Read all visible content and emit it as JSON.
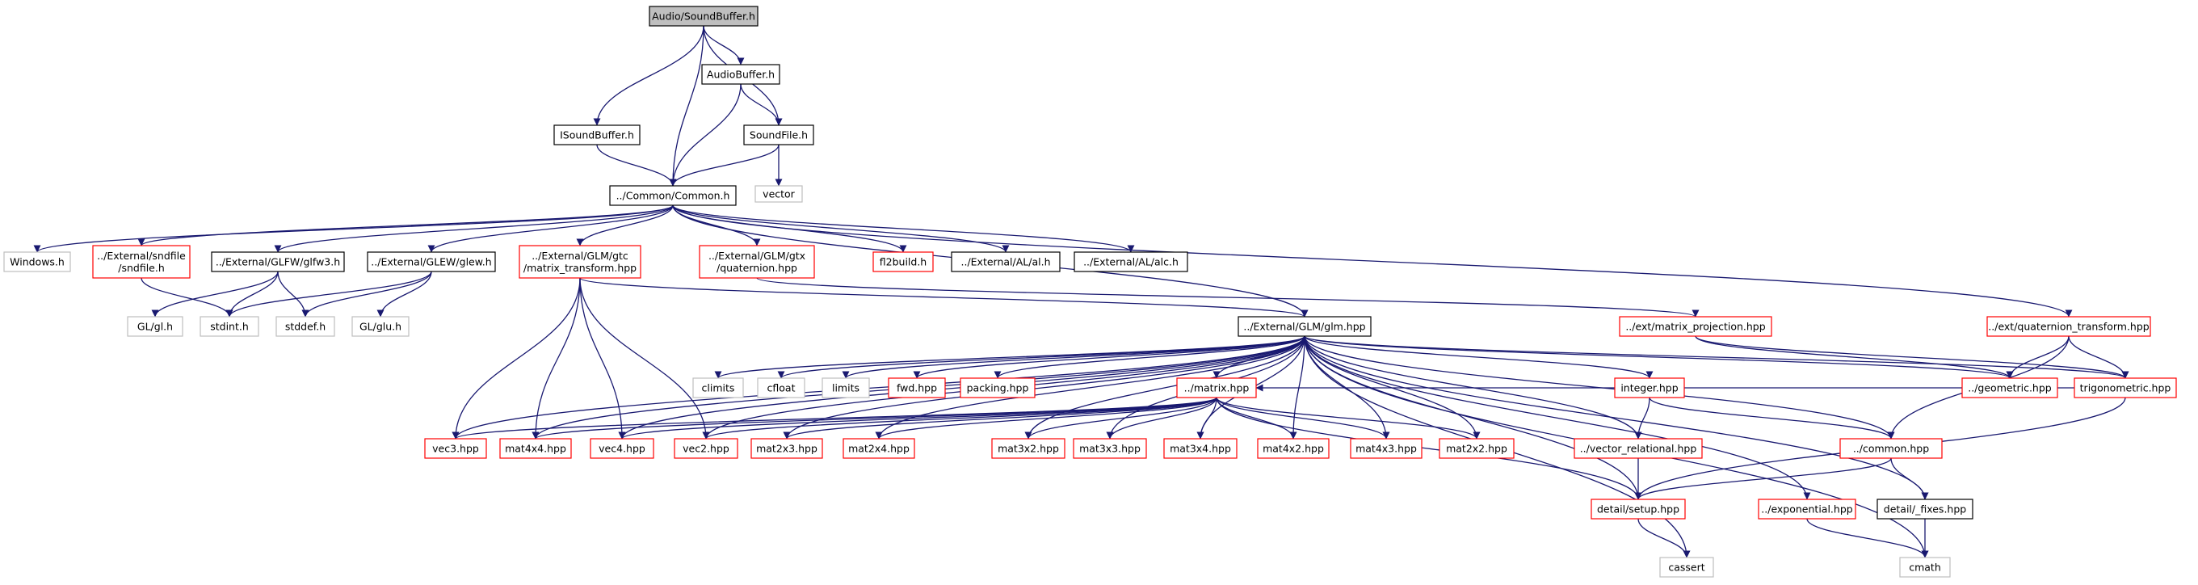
{
  "colors": {
    "edge": "#191970",
    "border_default": "#000000",
    "border_missing": "#bfbfbf",
    "border_truncated": "#ff0000",
    "root_fill": "#bfbfbf",
    "fill": "#ffffff"
  },
  "nodes": [
    {
      "id": "sound-buffer-h",
      "lines": [
        "Audio/SoundBuffer.h"
      ],
      "style": "root"
    },
    {
      "id": "audio-buffer-h",
      "lines": [
        "AudioBuffer.h"
      ],
      "style": "normal"
    },
    {
      "id": "isound-buffer-h",
      "lines": [
        "ISoundBuffer.h"
      ],
      "style": "normal"
    },
    {
      "id": "sound-file-h",
      "lines": [
        "SoundFile.h"
      ],
      "style": "normal"
    },
    {
      "id": "vector",
      "lines": [
        "vector"
      ],
      "style": "missing"
    },
    {
      "id": "common-h",
      "lines": [
        "../Common/Common.h"
      ],
      "style": "normal"
    },
    {
      "id": "windows-h",
      "lines": [
        "Windows.h"
      ],
      "style": "missing"
    },
    {
      "id": "sndfile-h",
      "lines": [
        "../External/sndfile",
        "/sndfile.h"
      ],
      "style": "truncated"
    },
    {
      "id": "glfw3-h",
      "lines": [
        "../External/GLFW/glfw3.h"
      ],
      "style": "normal"
    },
    {
      "id": "glew-h",
      "lines": [
        "../External/GLEW/glew.h"
      ],
      "style": "normal"
    },
    {
      "id": "matrix-transform-hpp",
      "lines": [
        "../External/GLM/gtc",
        "/matrix_transform.hpp"
      ],
      "style": "truncated"
    },
    {
      "id": "quaternion-hpp",
      "lines": [
        "../External/GLM/gtx",
        "/quaternion.hpp"
      ],
      "style": "truncated"
    },
    {
      "id": "fl2build-h",
      "lines": [
        "fl2build.h"
      ],
      "style": "truncated"
    },
    {
      "id": "al-h",
      "lines": [
        "../External/AL/al.h"
      ],
      "style": "normal"
    },
    {
      "id": "alc-h",
      "lines": [
        "../External/AL/alc.h"
      ],
      "style": "normal"
    },
    {
      "id": "gl-h",
      "lines": [
        "GL/gl.h"
      ],
      "style": "missing"
    },
    {
      "id": "stdint-h",
      "lines": [
        "stdint.h"
      ],
      "style": "missing"
    },
    {
      "id": "stddef-h",
      "lines": [
        "stddef.h"
      ],
      "style": "missing"
    },
    {
      "id": "glu-h",
      "lines": [
        "GL/glu.h"
      ],
      "style": "missing"
    },
    {
      "id": "glm-hpp",
      "lines": [
        "../External/GLM/glm.hpp"
      ],
      "style": "normal"
    },
    {
      "id": "matrix-projection-hpp",
      "lines": [
        "../ext/matrix_projection.hpp"
      ],
      "style": "truncated"
    },
    {
      "id": "quaternion-transform-hpp",
      "lines": [
        "../ext/quaternion_transform.hpp"
      ],
      "style": "truncated"
    },
    {
      "id": "climits",
      "lines": [
        "climits"
      ],
      "style": "missing"
    },
    {
      "id": "cfloat",
      "lines": [
        "cfloat"
      ],
      "style": "missing"
    },
    {
      "id": "limits",
      "lines": [
        "limits"
      ],
      "style": "missing"
    },
    {
      "id": "fwd-hpp",
      "lines": [
        "fwd.hpp"
      ],
      "style": "truncated"
    },
    {
      "id": "packing-hpp",
      "lines": [
        "packing.hpp"
      ],
      "style": "truncated"
    },
    {
      "id": "matrix-hpp",
      "lines": [
        "../matrix.hpp"
      ],
      "style": "truncated"
    },
    {
      "id": "integer-hpp",
      "lines": [
        "integer.hpp"
      ],
      "style": "truncated"
    },
    {
      "id": "geometric-hpp",
      "lines": [
        "../geometric.hpp"
      ],
      "style": "truncated"
    },
    {
      "id": "trigonometric-hpp",
      "lines": [
        "trigonometric.hpp"
      ],
      "style": "truncated"
    },
    {
      "id": "vec3-hpp",
      "lines": [
        "vec3.hpp"
      ],
      "style": "truncated"
    },
    {
      "id": "mat4x4-hpp",
      "lines": [
        "mat4x4.hpp"
      ],
      "style": "truncated"
    },
    {
      "id": "vec4-hpp",
      "lines": [
        "vec4.hpp"
      ],
      "style": "truncated"
    },
    {
      "id": "vec2-hpp",
      "lines": [
        "vec2.hpp"
      ],
      "style": "truncated"
    },
    {
      "id": "mat2x3-hpp",
      "lines": [
        "mat2x3.hpp"
      ],
      "style": "truncated"
    },
    {
      "id": "mat2x4-hpp",
      "lines": [
        "mat2x4.hpp"
      ],
      "style": "truncated"
    },
    {
      "id": "mat3x2-hpp",
      "lines": [
        "mat3x2.hpp"
      ],
      "style": "truncated"
    },
    {
      "id": "mat3x3-hpp",
      "lines": [
        "mat3x3.hpp"
      ],
      "style": "truncated"
    },
    {
      "id": "mat3x4-hpp",
      "lines": [
        "mat3x4.hpp"
      ],
      "style": "truncated"
    },
    {
      "id": "mat4x2-hpp",
      "lines": [
        "mat4x2.hpp"
      ],
      "style": "truncated"
    },
    {
      "id": "mat4x3-hpp",
      "lines": [
        "mat4x3.hpp"
      ],
      "style": "truncated"
    },
    {
      "id": "mat2x2-hpp",
      "lines": [
        "mat2x2.hpp"
      ],
      "style": "truncated"
    },
    {
      "id": "vector-relational-hpp",
      "lines": [
        "../vector_relational.hpp"
      ],
      "style": "truncated"
    },
    {
      "id": "common-hpp",
      "lines": [
        "../common.hpp"
      ],
      "style": "truncated"
    },
    {
      "id": "setup-hpp",
      "lines": [
        "detail/setup.hpp"
      ],
      "style": "truncated"
    },
    {
      "id": "exponential-hpp",
      "lines": [
        "../exponential.hpp"
      ],
      "style": "truncated"
    },
    {
      "id": "fixes-hpp",
      "lines": [
        "detail/_fixes.hpp"
      ],
      "style": "normal"
    },
    {
      "id": "cassert",
      "lines": [
        "cassert"
      ],
      "style": "missing"
    },
    {
      "id": "cmath",
      "lines": [
        "cmath"
      ],
      "style": "missing"
    }
  ],
  "edges": [
    [
      "sound-buffer-h",
      "audio-buffer-h"
    ],
    [
      "sound-buffer-h",
      "isound-buffer-h"
    ],
    [
      "sound-buffer-h",
      "sound-file-h"
    ],
    [
      "sound-buffer-h",
      "common-h"
    ],
    [
      "audio-buffer-h",
      "sound-file-h"
    ],
    [
      "audio-buffer-h",
      "common-h"
    ],
    [
      "isound-buffer-h",
      "common-h"
    ],
    [
      "sound-file-h",
      "common-h"
    ],
    [
      "sound-file-h",
      "vector"
    ],
    [
      "common-h",
      "windows-h"
    ],
    [
      "common-h",
      "sndfile-h"
    ],
    [
      "common-h",
      "glfw3-h"
    ],
    [
      "common-h",
      "glew-h"
    ],
    [
      "common-h",
      "matrix-transform-hpp"
    ],
    [
      "common-h",
      "quaternion-hpp"
    ],
    [
      "common-h",
      "fl2build-h"
    ],
    [
      "common-h",
      "al-h"
    ],
    [
      "common-h",
      "alc-h"
    ],
    [
      "common-h",
      "glm-hpp"
    ],
    [
      "common-h",
      "quaternion-transform-hpp"
    ],
    [
      "sndfile-h",
      "stdint-h"
    ],
    [
      "glfw3-h",
      "gl-h"
    ],
    [
      "glfw3-h",
      "stdint-h"
    ],
    [
      "glfw3-h",
      "stddef-h"
    ],
    [
      "glew-h",
      "stdint-h"
    ],
    [
      "glew-h",
      "stddef-h"
    ],
    [
      "glew-h",
      "glu-h"
    ],
    [
      "matrix-transform-hpp",
      "glm-hpp"
    ],
    [
      "matrix-transform-hpp",
      "vec3-hpp"
    ],
    [
      "matrix-transform-hpp",
      "mat4x4-hpp"
    ],
    [
      "matrix-transform-hpp",
      "vec4-hpp"
    ],
    [
      "matrix-transform-hpp",
      "vec2-hpp"
    ],
    [
      "quaternion-hpp",
      "matrix-projection-hpp"
    ],
    [
      "glm-hpp",
      "climits"
    ],
    [
      "glm-hpp",
      "cfloat"
    ],
    [
      "glm-hpp",
      "limits"
    ],
    [
      "glm-hpp",
      "fwd-hpp"
    ],
    [
      "glm-hpp",
      "packing-hpp"
    ],
    [
      "glm-hpp",
      "matrix-hpp"
    ],
    [
      "glm-hpp",
      "integer-hpp"
    ],
    [
      "glm-hpp",
      "geometric-hpp"
    ],
    [
      "glm-hpp",
      "trigonometric-hpp"
    ],
    [
      "glm-hpp",
      "vec3-hpp"
    ],
    [
      "glm-hpp",
      "mat4x4-hpp"
    ],
    [
      "glm-hpp",
      "vec4-hpp"
    ],
    [
      "glm-hpp",
      "vec2-hpp"
    ],
    [
      "glm-hpp",
      "mat2x3-hpp"
    ],
    [
      "glm-hpp",
      "mat2x4-hpp"
    ],
    [
      "glm-hpp",
      "mat3x2-hpp"
    ],
    [
      "glm-hpp",
      "mat3x3-hpp"
    ],
    [
      "glm-hpp",
      "mat3x4-hpp"
    ],
    [
      "glm-hpp",
      "mat4x2-hpp"
    ],
    [
      "glm-hpp",
      "mat4x3-hpp"
    ],
    [
      "glm-hpp",
      "mat2x2-hpp"
    ],
    [
      "glm-hpp",
      "vector-relational-hpp"
    ],
    [
      "glm-hpp",
      "common-hpp"
    ],
    [
      "glm-hpp",
      "setup-hpp"
    ],
    [
      "glm-hpp",
      "exponential-hpp"
    ],
    [
      "glm-hpp",
      "fixes-hpp"
    ],
    [
      "glm-hpp",
      "cassert"
    ],
    [
      "glm-hpp",
      "cmath"
    ],
    [
      "matrix-projection-hpp",
      "geometric-hpp"
    ],
    [
      "matrix-projection-hpp",
      "trigonometric-hpp"
    ],
    [
      "quaternion-transform-hpp",
      "geometric-hpp"
    ],
    [
      "quaternion-transform-hpp",
      "trigonometric-hpp"
    ],
    [
      "quaternion-transform-hpp",
      "common-hpp"
    ],
    [
      "trigonometric-hpp",
      "matrix-hpp"
    ],
    [
      "trigonometric-hpp",
      "setup-hpp"
    ],
    [
      "matrix-hpp",
      "vec3-hpp"
    ],
    [
      "matrix-hpp",
      "mat4x4-hpp"
    ],
    [
      "matrix-hpp",
      "vec4-hpp"
    ],
    [
      "matrix-hpp",
      "vec2-hpp"
    ],
    [
      "matrix-hpp",
      "mat2x3-hpp"
    ],
    [
      "matrix-hpp",
      "mat2x4-hpp"
    ],
    [
      "matrix-hpp",
      "mat3x2-hpp"
    ],
    [
      "matrix-hpp",
      "mat3x3-hpp"
    ],
    [
      "matrix-hpp",
      "mat3x4-hpp"
    ],
    [
      "matrix-hpp",
      "mat4x2-hpp"
    ],
    [
      "matrix-hpp",
      "mat4x3-hpp"
    ],
    [
      "matrix-hpp",
      "mat2x2-hpp"
    ],
    [
      "matrix-hpp",
      "setup-hpp"
    ],
    [
      "integer-hpp",
      "vector-relational-hpp"
    ],
    [
      "integer-hpp",
      "common-hpp"
    ],
    [
      "vector-relational-hpp",
      "setup-hpp"
    ],
    [
      "common-hpp",
      "setup-hpp"
    ],
    [
      "common-hpp",
      "fixes-hpp"
    ],
    [
      "setup-hpp",
      "cassert"
    ],
    [
      "exponential-hpp",
      "cmath"
    ],
    [
      "fixes-hpp",
      "cmath"
    ]
  ]
}
